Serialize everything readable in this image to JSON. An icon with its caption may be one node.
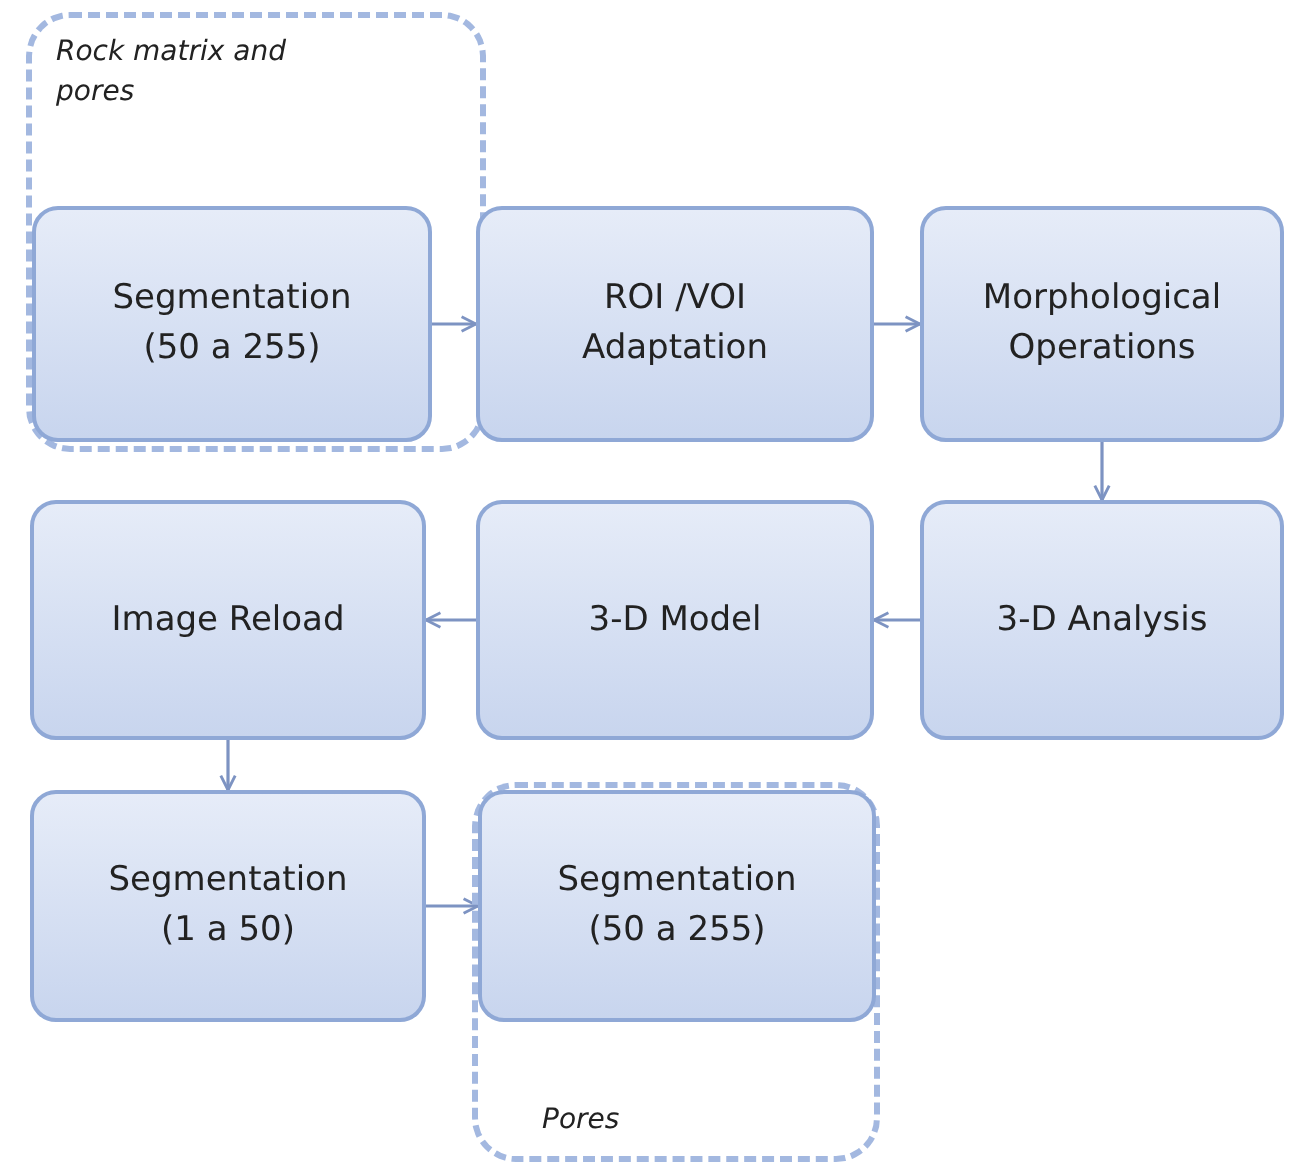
{
  "diagram": {
    "nodes": [
      {
        "text": [
          "Rock matrix and pores"
        ]
      },
      {
        "text": [
          "Segmentation (50 a 255)"
        ],
        "in": 0
      },
      {
        "text": [
          "ROI /VOI Adaptation"
        ]
      },
      {
        "text": [
          "Morphological Operations"
        ]
      },
      {
        "text": [
          "Image Reload"
        ]
      },
      {
        "text": [
          "3-D Model"
        ]
      },
      {
        "text": [
          "3-D Analysis"
        ]
      },
      {
        "text": [
          "Segmentation (1 a 50)"
        ]
      },
      {
        "text": [
          "Pores"
        ]
      },
      {
        "text": [
          "Segmentation (50 a 255)"
        ],
        "in": 8
      }
    ],
    "edges": [
      {
        "from": 1,
        "to": 2,
        "arrow": "to"
      },
      {
        "from": 2,
        "to": 3,
        "arrow": "to"
      },
      {
        "from": 3,
        "to": 6,
        "arrow": "to"
      },
      {
        "from": 6,
        "to": 5,
        "arrow": "to"
      },
      {
        "from": 5,
        "to": 4,
        "arrow": "to"
      },
      {
        "from": 4,
        "to": 7,
        "arrow": "to"
      },
      {
        "from": 7,
        "to": 9,
        "arrow": "to"
      }
    ]
  }
}
